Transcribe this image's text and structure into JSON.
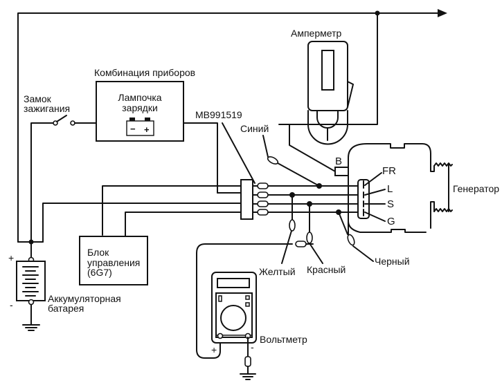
{
  "diagram": {
    "title": "Charging system test circuit",
    "labels": {
      "instrument_cluster": "Комбинация приборов",
      "charge_lamp_line1": "Лампочка",
      "charge_lamp_line2": "зарядки",
      "lamp_minus": "−",
      "lamp_plus": "+",
      "ignition_switch_line1": "Замок",
      "ignition_switch_line2": "зажигания",
      "ammeter": "Амперметр",
      "adapter_harness": "MB991519",
      "wire_blue": "Синий",
      "terminal_b": "B",
      "terminal_fr": "FR",
      "terminal_l": "L",
      "terminal_s": "S",
      "terminal_g": "G",
      "generator": "Генератор",
      "ecu_line1": "Блок",
      "ecu_line2": "управления",
      "ecu_line3": "(6G7)",
      "battery_line1": "Аккумуляторная",
      "battery_line2": "батарея",
      "battery_plus": "+",
      "battery_minus": "-",
      "wire_yellow": "Желтый",
      "wire_red": "Красный",
      "wire_black": "Черный",
      "voltmeter": "Вольтметр",
      "voltmeter_plus": "+",
      "voltmeter_minus": "-"
    },
    "components": [
      {
        "id": "battery",
        "icon": "battery-icon"
      },
      {
        "id": "ignition-switch",
        "icon": "switch-icon"
      },
      {
        "id": "instrument-cluster",
        "icon": "charge-lamp-icon"
      },
      {
        "id": "ammeter",
        "icon": "clamp-meter-icon"
      },
      {
        "id": "adapter-harness",
        "icon": "connector-icon"
      },
      {
        "id": "generator",
        "icon": "alternator-icon"
      },
      {
        "id": "ecu",
        "icon": "control-unit-icon"
      },
      {
        "id": "voltmeter",
        "icon": "multimeter-icon"
      }
    ]
  }
}
